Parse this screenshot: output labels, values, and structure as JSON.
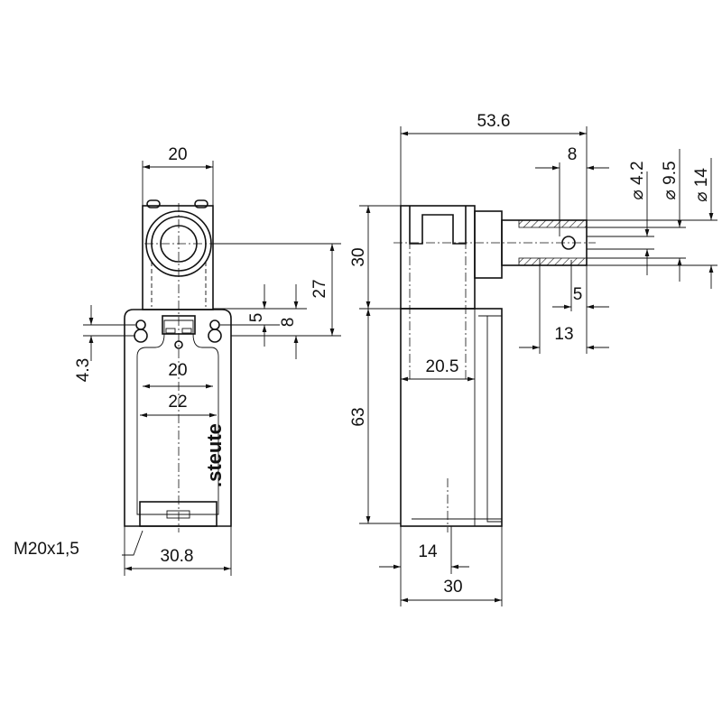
{
  "front_view": {
    "dims": {
      "head_width": "20",
      "height_27": "27",
      "offset_5": "5",
      "offset_8": "8",
      "offset_4_3": "4.3",
      "hole_spacing_20": "20",
      "hole_spacing_22": "22",
      "body_width": "30.8",
      "thread": "M20x1,5"
    },
    "logo": ".steute"
  },
  "side_view": {
    "dims": {
      "overall_length": "53.6",
      "len_8": "8",
      "head_height": "30",
      "body_height": "63",
      "len_20_5": "20.5",
      "len_5": "5",
      "len_13": "13",
      "len_14": "14",
      "body_depth": "30",
      "dia_4_2": "⌀ 4.2",
      "dia_9_5": "⌀ 9.5",
      "dia_14": "⌀ 14"
    }
  }
}
